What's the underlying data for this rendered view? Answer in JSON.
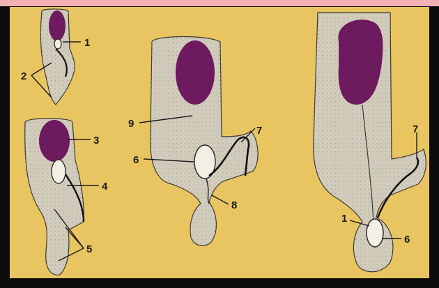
{
  "labels": {
    "n1a": "1",
    "n2": "2",
    "n3": "3",
    "n4": "4",
    "n5": "5",
    "n6a": "6",
    "n7a": "7",
    "n8": "8",
    "n9": "9",
    "n7b": "7",
    "n1b": "1",
    "n6b": "6"
  },
  "colors": {
    "background": "#e8c561",
    "frame": "#0b0b0b",
    "top_glow": "#f4b2b6",
    "tissue": "#d2ccbd",
    "tissue_shadow": "#8a8373",
    "organ": "#6e1a5e",
    "sac": "#f3efe4",
    "duct": "#111111"
  }
}
